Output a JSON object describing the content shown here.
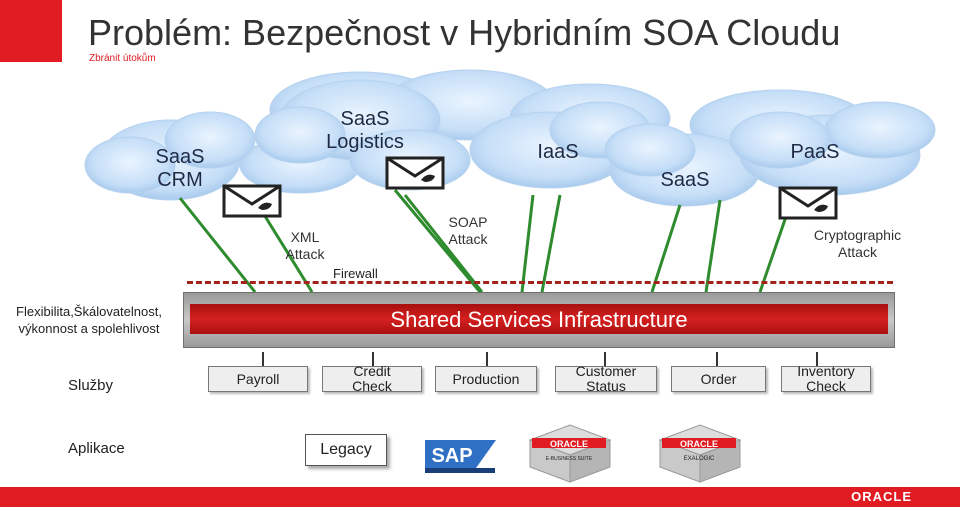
{
  "header": {
    "title": "Problém: Bezpečnost v Hybridním SOA Cloudu",
    "subtitle": "Zbránit útokům"
  },
  "clouds": [
    {
      "label": "SaaS\nCRM"
    },
    {
      "label": "SaaS\nLogistics"
    },
    {
      "label": "IaaS"
    },
    {
      "label": "SaaS"
    },
    {
      "label": "PaaS"
    }
  ],
  "attacks": {
    "xml": "XML\nAttack",
    "soap": "SOAP\nAttack",
    "crypto": "Cryptographic\nAttack",
    "firewall": "Firewall"
  },
  "infrastructure": {
    "label": "Shared Services Infrastructure",
    "left_label": "Flexibilita,Škálovatelnost,\nvýkonnost a spolehlivost"
  },
  "services": {
    "row_label": "Služby",
    "items": [
      "Payroll",
      "Credit\nCheck",
      "Production",
      "Customer\nStatus",
      "Order",
      "Inventory\nCheck"
    ]
  },
  "applications": {
    "row_label": "Aplikace",
    "legacy": "Legacy",
    "logos": [
      "SAP",
      "ORACLE",
      "E-BUSINESS SUITE",
      "ORACLE",
      "EXALOGIC"
    ]
  },
  "footer": {
    "logo": "ORACLE"
  },
  "colors": {
    "accent": "#e11b22",
    "line_green": "#2e8b2e",
    "bar_red": "#c41a1a"
  }
}
